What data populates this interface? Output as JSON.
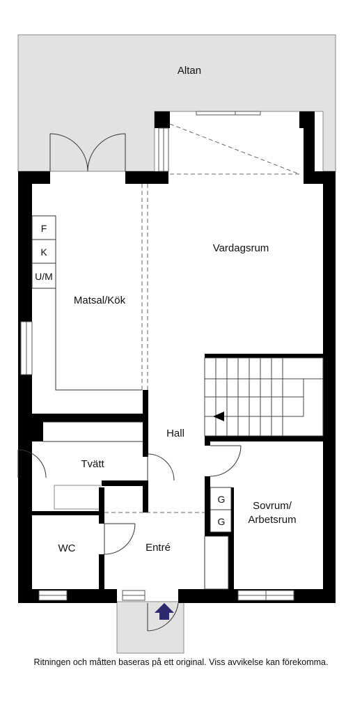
{
  "rooms": {
    "altan": "Altan",
    "vardagsrum": "Vardagsrum",
    "matsal_kok": "Matsal/Kök",
    "hall": "Hall",
    "tvatt": "Tvätt",
    "wc": "WC",
    "entre": "Entré",
    "sovrum_line1": "Sovrum/",
    "sovrum_line2": "Arbetsrum"
  },
  "appliances": {
    "freezer": "F",
    "fridge": "K",
    "oven_micro": "U/M",
    "wardrobe_1": "G",
    "wardrobe_2": "G"
  },
  "colors": {
    "wall": "#000000",
    "gray_area": "#e2e2e2",
    "interior": "#ffffff",
    "entrance_arrow": "#2e2a6e"
  },
  "footer": {
    "disclaimer": "Ritningen och måtten baseras på ett original. Viss avvikelse kan förekomma."
  }
}
